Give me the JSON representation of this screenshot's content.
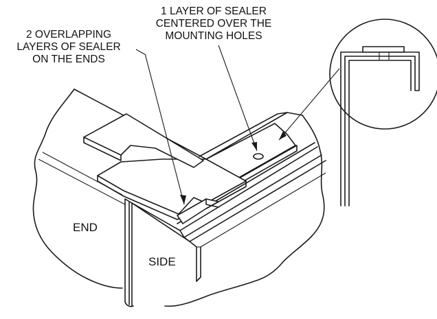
{
  "callouts": {
    "top_center": [
      "1 LAYER OF SEALER",
      "CENTERED OVER THE",
      "MOUNTING HOLES"
    ],
    "top_left": [
      "2 OVERLAPPING",
      "LAYERS OF SEALER",
      "ON THE ENDS"
    ]
  },
  "parts": {
    "end": "END",
    "side": "SIDE"
  },
  "colors": {
    "ink": "#1a1a1a",
    "background": "#ffffff"
  }
}
